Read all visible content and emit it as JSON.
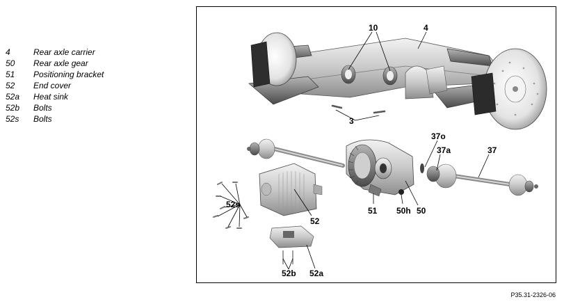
{
  "legend": [
    {
      "key": "4",
      "desc": "Rear axle carrier"
    },
    {
      "key": "50",
      "desc": "Rear axle gear"
    },
    {
      "key": "51",
      "desc": "Positioning bracket"
    },
    {
      "key": "52",
      "desc": "End cover"
    },
    {
      "key": "52a",
      "desc": "Heat sink"
    },
    {
      "key": "52b",
      "desc": "Bolts"
    },
    {
      "key": "52s",
      "desc": "Bolts"
    }
  ],
  "callouts": {
    "c10": "10",
    "c4": "4",
    "c3": "3",
    "c37o": "37o",
    "c37a": "37a",
    "c37": "37",
    "c52s": "52s",
    "c52": "52",
    "c51": "51",
    "c50h": "50h",
    "c50": "50",
    "c52b": "52b",
    "c52a": "52a"
  },
  "figure_id": "P35.31-2326-06"
}
